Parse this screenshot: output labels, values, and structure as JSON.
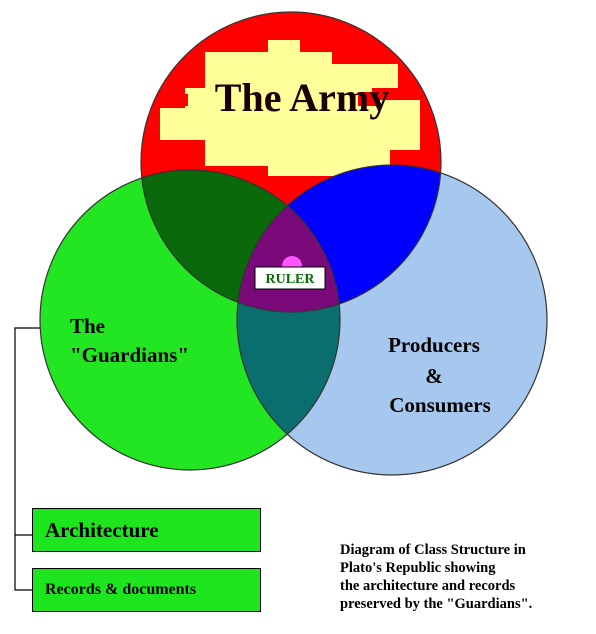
{
  "diagram": {
    "army_label": "The Army",
    "guardians_label": [
      "The",
      "\"Guardians\""
    ],
    "producers_label": [
      "Producers",
      "&",
      "Consumers"
    ],
    "ruler_label": "RULER",
    "boxes": [
      "Architecture",
      "Records & documents"
    ],
    "caption_lines": [
      "Diagram of Class Structure in",
      "Plato's Republic showing",
      "the architecture and records",
      "preserved by the \"Guardians\"."
    ]
  },
  "colors": {
    "army_red": "#ff0000",
    "army_yellow": "#ffff99",
    "guardians_green": "#22e622",
    "producers_blue": "#a6c8ee",
    "army_guardians_overlap": "#0a690a",
    "army_producers_overlap": "#0000ff",
    "guardians_producers_overlap": "#0a6e6e",
    "ruler_center": "#7a0a7a",
    "ruler_dot": "#ff55ff"
  }
}
